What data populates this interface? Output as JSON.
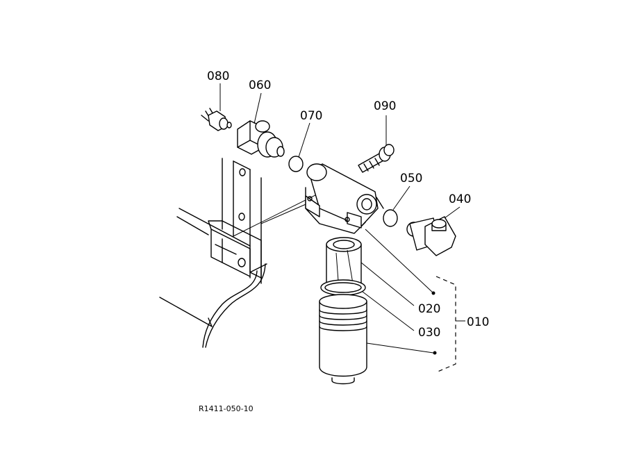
{
  "diagram": {
    "drawing_ref": "R1411-050-10",
    "parts": [
      {
        "id": "080",
        "label": "080"
      },
      {
        "id": "060",
        "label": "060"
      },
      {
        "id": "070",
        "label": "070"
      },
      {
        "id": "090",
        "label": "090"
      },
      {
        "id": "050",
        "label": "050"
      },
      {
        "id": "040",
        "label": "040"
      },
      {
        "id": "020",
        "label": "020"
      },
      {
        "id": "030",
        "label": "030"
      },
      {
        "id": "010",
        "label": "010"
      }
    ]
  }
}
